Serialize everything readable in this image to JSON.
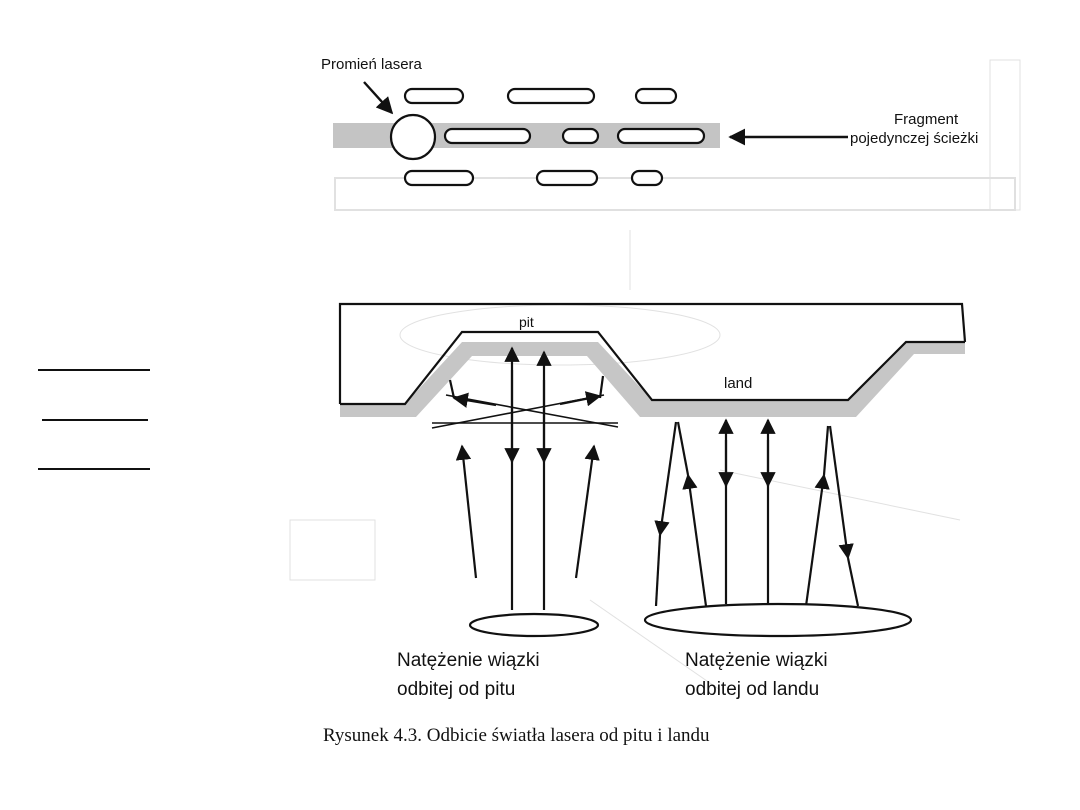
{
  "diagram": {
    "top": {
      "laser_beam_label": "Promień lasera",
      "track_label_line1": "Fragment",
      "track_label_line2": "pojedynczej ścieżki"
    },
    "disc": {
      "pit_label": "pit",
      "land_label": "land"
    },
    "intensity": {
      "pit_line1": "Natężenie wiązki",
      "pit_line2": "odbitej od pitu",
      "land_line1": "Natężenie wiązki",
      "land_line2": "odbitej od landu"
    },
    "caption": "Rysunek 4.3. Odbicie światła lasera od pitu i landu"
  }
}
